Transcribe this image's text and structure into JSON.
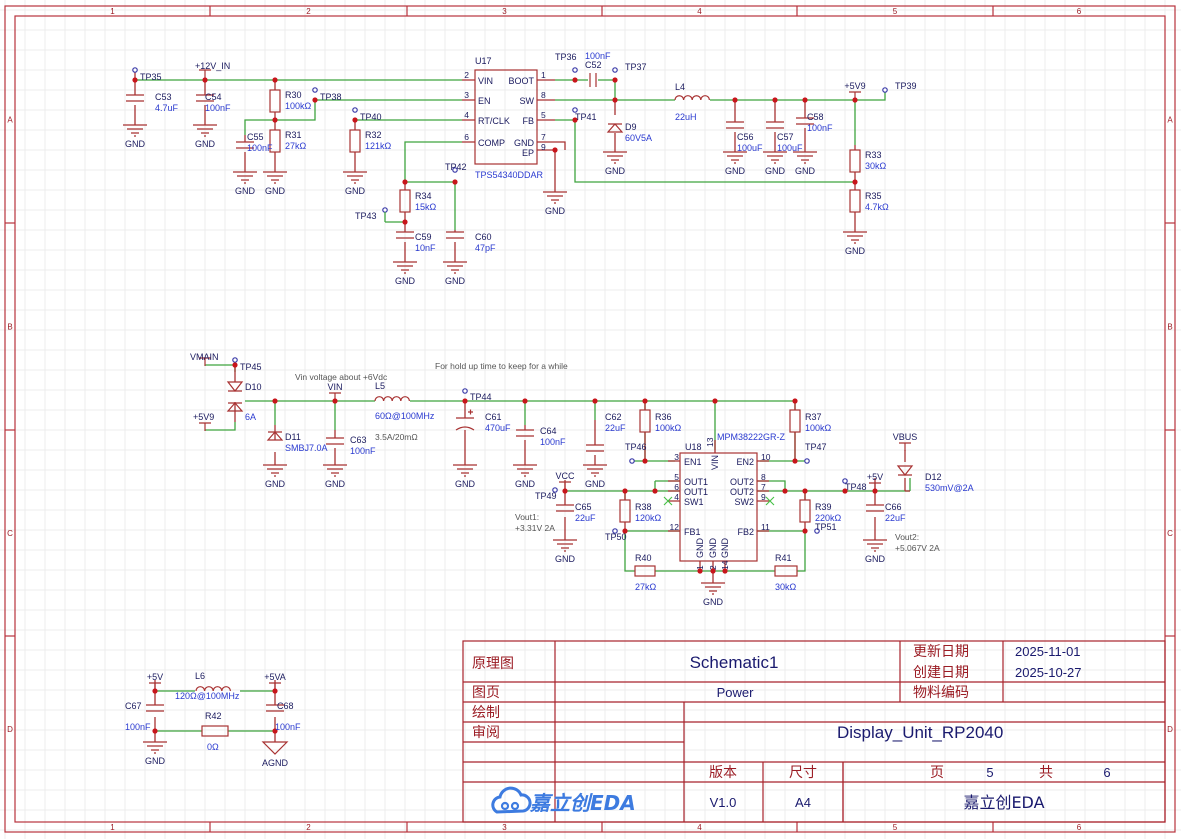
{
  "sheet": {
    "columns": [
      "1",
      "2",
      "3",
      "4",
      "5",
      "6"
    ],
    "rows": [
      "A",
      "B",
      "C",
      "D"
    ],
    "colors": {
      "border": "#b8323c",
      "wire": "#3fa33f",
      "component": "#a83232",
      "junction": "#c8151b",
      "designator": "#1a1a5e",
      "value": "#2a3ad0"
    }
  },
  "buck": {
    "ic": {
      "designator": "U17",
      "part": "TPS54340DDAR",
      "left_pins": [
        {
          "num": "2",
          "name": "VIN"
        },
        {
          "num": "3",
          "name": "EN"
        },
        {
          "num": "4",
          "name": "RT/CLK"
        },
        {
          "num": "6",
          "name": "COMP"
        }
      ],
      "right_pins": [
        {
          "num": "1",
          "name": "BOOT"
        },
        {
          "num": "8",
          "name": "SW"
        },
        {
          "num": "5",
          "name": "FB"
        },
        {
          "num": "7",
          "name": "GND"
        },
        {
          "num": "9",
          "name": "EP"
        }
      ]
    },
    "net_in": "+12V_IN",
    "net_out": "+5V9",
    "components": {
      "C53": {
        "des": "C53",
        "val": "4.7uF"
      },
      "C54": {
        "des": "C54",
        "val": "100nF"
      },
      "R30": {
        "des": "R30",
        "val": "100kΩ"
      },
      "R31": {
        "des": "R31",
        "val": "27kΩ"
      },
      "C55": {
        "des": "C55",
        "val": "100nF"
      },
      "R32": {
        "des": "R32",
        "val": "121kΩ"
      },
      "R34": {
        "des": "R34",
        "val": "15kΩ"
      },
      "C59": {
        "des": "C59",
        "val": "10nF"
      },
      "C60": {
        "des": "C60",
        "val": "47pF"
      },
      "C52": {
        "des": "C52",
        "val": "100nF"
      },
      "D9": {
        "des": "D9",
        "val": "60V5A"
      },
      "L4": {
        "des": "L4",
        "val": "22uH"
      },
      "C56": {
        "des": "C56",
        "val": "100uF"
      },
      "C57": {
        "des": "C57",
        "val": "100uF"
      },
      "C58": {
        "des": "C58",
        "val": "100nF"
      },
      "R33": {
        "des": "R33",
        "val": "30kΩ"
      },
      "R35": {
        "des": "R35",
        "val": "4.7kΩ"
      }
    },
    "testpoints": [
      "TP35",
      "TP38",
      "TP40",
      "TP43",
      "TP42",
      "TP36",
      "TP37",
      "TP41",
      "TP39"
    ]
  },
  "dual": {
    "ic": {
      "designator": "U18",
      "part": "MPM38222GR-Z",
      "left_pins": [
        {
          "num": "3",
          "name": "EN1"
        },
        {
          "num": "5",
          "name": "OUT1"
        },
        {
          "num": "6",
          "name": "OUT1"
        },
        {
          "num": "4",
          "name": "SW1"
        },
        {
          "num": "12",
          "name": "FB1"
        }
      ],
      "right_pins": [
        {
          "num": "10",
          "name": "EN2"
        },
        {
          "num": "8",
          "name": "OUT2"
        },
        {
          "num": "7",
          "name": "OUT2"
        },
        {
          "num": "9",
          "name": "SW2"
        },
        {
          "num": "11",
          "name": "FB2"
        }
      ],
      "top_pin": {
        "num": "13",
        "name": "VIN"
      },
      "bottom_pins": [
        {
          "num": "1",
          "name": "GND"
        },
        {
          "num": "2",
          "name": "GND"
        },
        {
          "num": "14",
          "name": "GND"
        }
      ]
    },
    "nets": {
      "vmain": "VMAIN",
      "p5v9": "+5V9",
      "vin": "VIN",
      "vcc": "VCC",
      "p5v": "+5V",
      "vbus": "VBUS"
    },
    "notes": {
      "vin": "Vin voltage about +6Vdc",
      "holdup": "For hold up time to keep for a while",
      "vout1_a": "Vout1:",
      "vout1_b": "+3.31V 2A",
      "vout2_a": "Vout2:",
      "vout2_b": "+5.067V 2A"
    },
    "components": {
      "D10": {
        "des": "D10",
        "val": "6A"
      },
      "D11": {
        "des": "D11",
        "val": "SMBJ7.0A"
      },
      "C63": {
        "des": "C63",
        "val": "100nF"
      },
      "L5": {
        "des": "L5",
        "val": "60Ω@100MHz",
        "extra": "3.5A/20mΩ"
      },
      "C61": {
        "des": "C61",
        "val": "470uF"
      },
      "C64": {
        "des": "C64",
        "val": "100nF"
      },
      "C62": {
        "des": "C62",
        "val": "22uF"
      },
      "R36": {
        "des": "R36",
        "val": "100kΩ"
      },
      "R37": {
        "des": "R37",
        "val": "100kΩ"
      },
      "C65": {
        "des": "C65",
        "val": "22uF"
      },
      "R38": {
        "des": "R38",
        "val": "120kΩ"
      },
      "R39": {
        "des": "R39",
        "val": "220kΩ"
      },
      "R40": {
        "des": "R40",
        "val": "27kΩ"
      },
      "R41": {
        "des": "R41",
        "val": "30kΩ"
      },
      "C66": {
        "des": "C66",
        "val": "22uF"
      },
      "D12": {
        "des": "D12",
        "val": "530mV@2A"
      }
    },
    "testpoints": [
      "TP45",
      "TP44",
      "TP46",
      "TP47",
      "TP49",
      "TP50",
      "TP51",
      "TP48"
    ]
  },
  "filter": {
    "nets": {
      "p5v": "+5V",
      "p5va": "+5VA"
    },
    "components": {
      "L6": {
        "des": "L6",
        "val": "120Ω@100MHz"
      },
      "C67": {
        "des": "C67",
        "val": "100nF"
      },
      "C68": {
        "des": "C68",
        "val": "100nF"
      },
      "R42": {
        "des": "R42",
        "val": "0Ω"
      }
    }
  },
  "gnd_label": "GND",
  "agnd_label": "AGND",
  "title_block": {
    "schematic_label": "原理图",
    "schematic_value": "Schematic1",
    "page_label": "图页",
    "page_value": "Power",
    "drawn_label": "绘制",
    "review_label": "审阅",
    "updated_label": "更新日期",
    "updated_value": "2025-11-01",
    "created_label": "创建日期",
    "created_value": "2025-10-27",
    "part_code_label": "物料编码",
    "part_code_value": "",
    "project": "Display_Unit_RP2040",
    "version_label": "版本",
    "version_value": "V1.0",
    "size_label": "尺寸",
    "size_value": "A4",
    "page_word": "页",
    "page_num": "5",
    "total_word": "共",
    "total_num": "6",
    "logo_text": "嘉立创EDA",
    "vendor": "嘉立创EDA"
  }
}
